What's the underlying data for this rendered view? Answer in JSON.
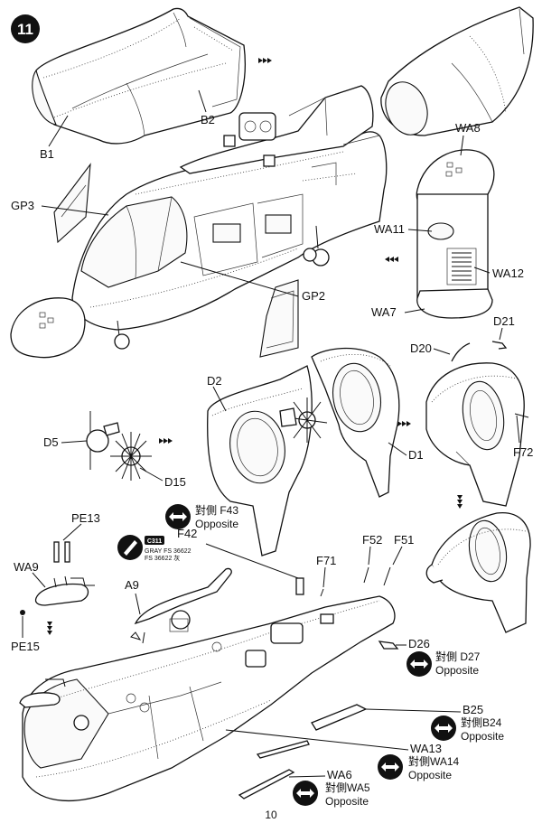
{
  "step": {
    "number": "11"
  },
  "page_number": "10",
  "parts": {
    "b1": "B1",
    "b2": "B2",
    "gp3": "GP3",
    "gp2": "GP2",
    "wa8": "WA8",
    "wa11": "WA11",
    "wa12": "WA12",
    "wa7": "WA7",
    "d21": "D21",
    "d20": "D20",
    "d2": "D2",
    "d1": "D1",
    "f72": "F72",
    "d5": "D5",
    "d15": "D15",
    "pe13": "PE13",
    "f42": "F42",
    "wa9": "WA9",
    "f52": "F52",
    "f51": "F51",
    "f71": "F71",
    "a9": "A9",
    "pe15": "PE15",
    "d26": "D26",
    "b25": "B25",
    "wa13": "WA13",
    "wa6": "WA6"
  },
  "notes": {
    "f43": {
      "line1": "對側 F43",
      "line2": "Opposite"
    },
    "d27": {
      "line1": "對側 D27",
      "line2": "Opposite"
    },
    "b24": {
      "line1": "對側B24",
      "line2": "Opposite"
    },
    "wa14": {
      "line1": "對側WA14",
      "line2": "Opposite"
    },
    "wa5": {
      "line1": "對側WA5",
      "line2": "Opposite"
    }
  },
  "paint": {
    "code": "C311",
    "line1": "GRAY FS 36622",
    "line2": "FS 36622 灰"
  },
  "icons": {
    "opposite": "double-arrow-icon",
    "paint": "paint-brush-icon",
    "direction": "triple-arrow-icon"
  }
}
